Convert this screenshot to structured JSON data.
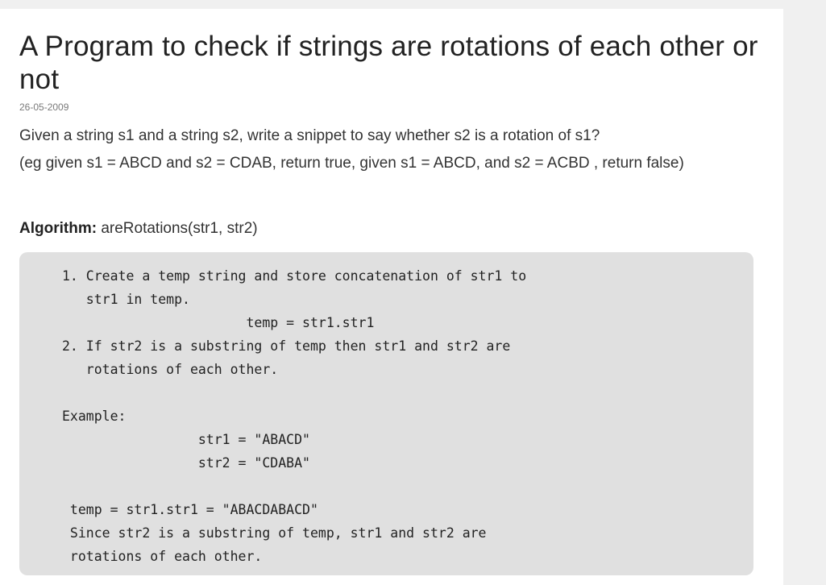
{
  "article": {
    "title": "A Program to check if strings are rotations of each other or not",
    "date": "26-05-2009",
    "intro_line_1": "Given a string s1 and a string s2, write a snippet to say whether s2 is a rotation of s1?",
    "intro_line_2": "(eg given s1 = ABCD and s2 = CDAB, return true, given s1 = ABCD, and s2 = ACBD , return false)",
    "algorithm_label": "Algorithm:",
    "algorithm_signature": " areRotations(str1, str2)",
    "code_block": "1. Create a temp string and store concatenation of str1 to\n   str1 in temp.\n                       temp = str1.str1\n2. If str2 is a substring of temp then str1 and str2 are\n   rotations of each other.\n\nExample:\n                 str1 = \"ABACD\"\n                 str2 = \"CDABA\"\n\n temp = str1.str1 = \"ABACDABACD\"\n Since str2 is a substring of temp, str1 and str2 are\n rotations of each other."
  },
  "colors": {
    "page_background": "#f0f0f0",
    "article_background": "#ffffff",
    "code_background": "#e0e0e0",
    "title_text": "#222222",
    "body_text": "#333333",
    "date_text": "#7a7a7a"
  }
}
